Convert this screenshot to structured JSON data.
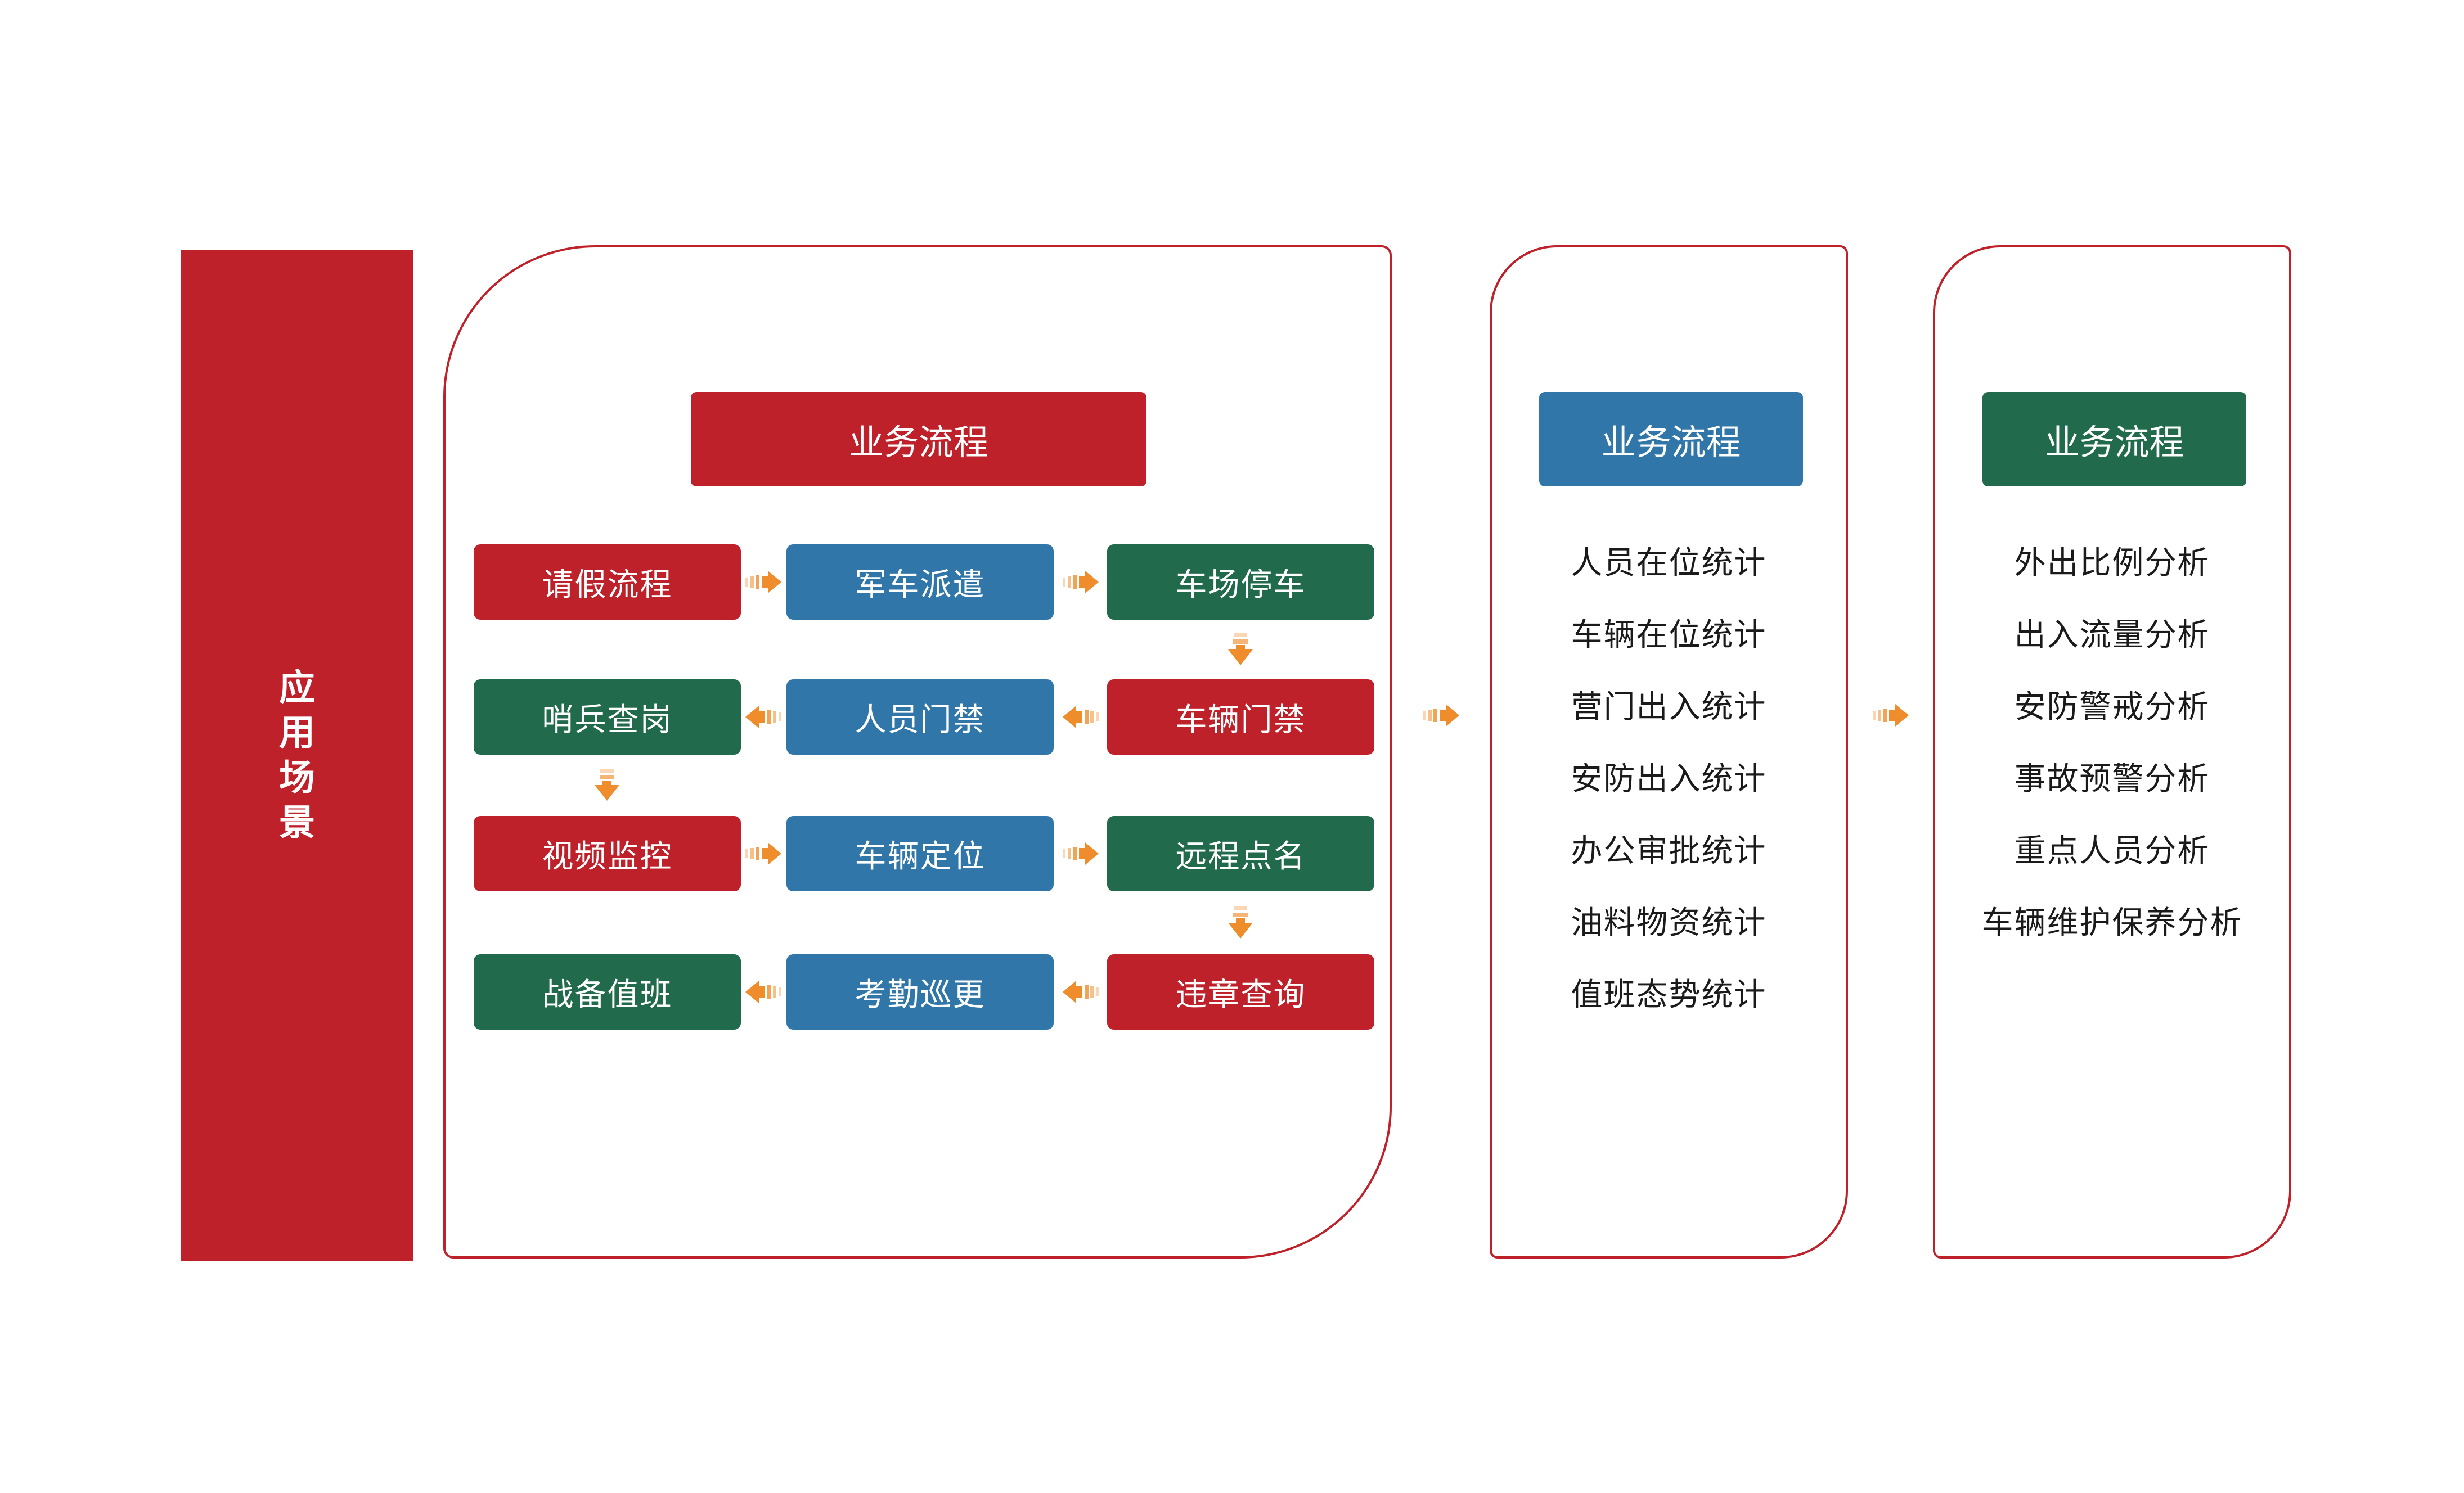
{
  "palette": {
    "red": "#BF212B",
    "blue": "#3076A9",
    "green": "#216B4C",
    "orange": "#EF8D2C",
    "text": "#1A1A1A",
    "background": "#FFFFFF"
  },
  "sidebar": {
    "label": "应用场景",
    "chars": [
      "应",
      "用",
      "场",
      "景"
    ],
    "color": "red"
  },
  "flow": {
    "header": "业务流程",
    "header_color": "red",
    "boxes": [
      {
        "label": "请假流程",
        "color": "red"
      },
      {
        "label": "军车派遣",
        "color": "blue"
      },
      {
        "label": "车场停车",
        "color": "green"
      },
      {
        "label": "哨兵查岗",
        "color": "green"
      },
      {
        "label": "人员门禁",
        "color": "blue"
      },
      {
        "label": "车辆门禁",
        "color": "red"
      },
      {
        "label": "视频监控",
        "color": "red"
      },
      {
        "label": "车辆定位",
        "color": "blue"
      },
      {
        "label": "远程点名",
        "color": "green"
      },
      {
        "label": "战备值班",
        "color": "green"
      },
      {
        "label": "考勤巡更",
        "color": "blue"
      },
      {
        "label": "违章查询",
        "color": "red"
      }
    ],
    "sequence": "请假流程→军车派遣→车场停车→车辆门禁→人员门禁→哨兵查岗→视频监控→车辆定位→远程点名→违章查询→考勤巡更→战备值班"
  },
  "stats": {
    "header": "业务流程",
    "header_color": "blue",
    "items": [
      "人员在位统计",
      "车辆在位统计",
      "营门出入统计",
      "安防出入统计",
      "办公审批统计",
      "油料物资统计",
      "值班态势统计"
    ]
  },
  "analysis": {
    "header": "业务流程",
    "header_color": "green",
    "items": [
      "外出比例分析",
      "出入流量分析",
      "安防警戒分析",
      "事故预警分析",
      "重点人员分析",
      "车辆维护保养分析"
    ]
  }
}
